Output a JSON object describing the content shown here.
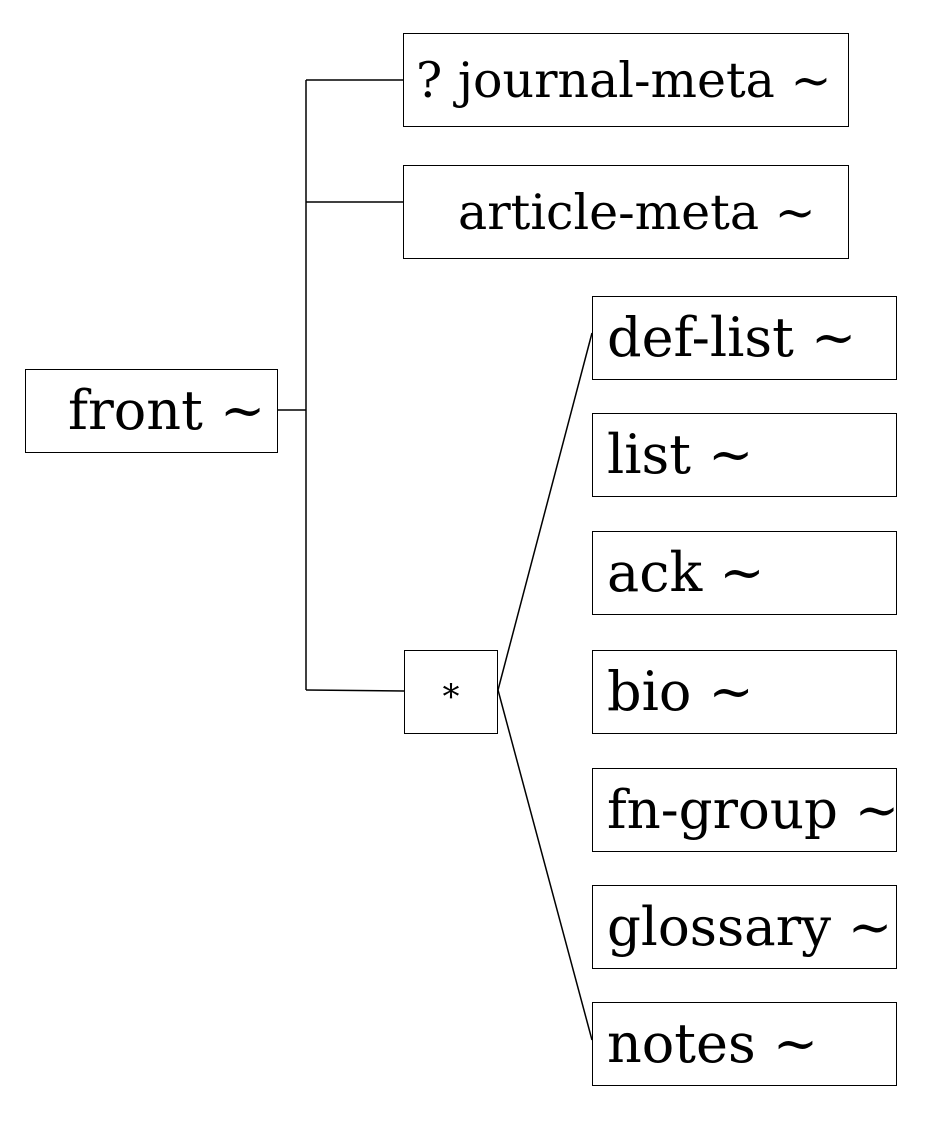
{
  "root": {
    "label": "front ~"
  },
  "children": [
    {
      "label": "? journal-meta ~"
    },
    {
      "label": "article-meta ~"
    },
    {
      "label": "*"
    }
  ],
  "choice_children": [
    {
      "label": "def-list ~"
    },
    {
      "label": "list ~"
    },
    {
      "label": "ack ~"
    },
    {
      "label": "bio ~"
    },
    {
      "label": "fn-group ~"
    },
    {
      "label": "glossary ~"
    },
    {
      "label": "notes ~"
    }
  ],
  "colors": {
    "line": "#000000",
    "box_border": "#000000",
    "background": "#ffffff"
  }
}
